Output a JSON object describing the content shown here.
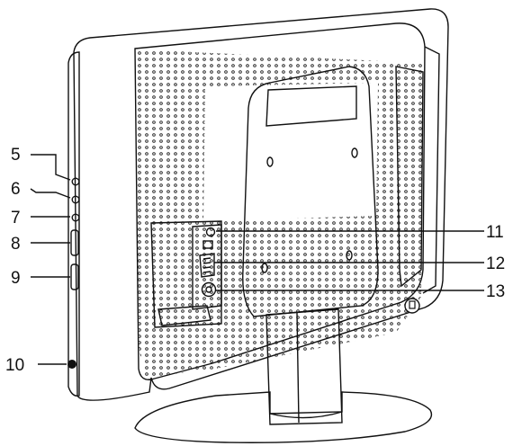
{
  "callouts": [
    {
      "id": "5",
      "label": "5"
    },
    {
      "id": "6",
      "label": "6"
    },
    {
      "id": "7",
      "label": "7"
    },
    {
      "id": "8",
      "label": "8"
    },
    {
      "id": "9",
      "label": "9"
    },
    {
      "id": "10",
      "label": "10"
    },
    {
      "id": "11",
      "label": "11"
    },
    {
      "id": "12",
      "label": "12"
    },
    {
      "id": "13",
      "label": "13"
    }
  ],
  "icons": {
    "lock": "kensington-lock-icon",
    "vent": "vent-grille-icon"
  },
  "colors": {
    "outline": "#111111",
    "panel": "#ffffff",
    "vent": "#222222",
    "stand_shadow": "#e9e9e9"
  }
}
